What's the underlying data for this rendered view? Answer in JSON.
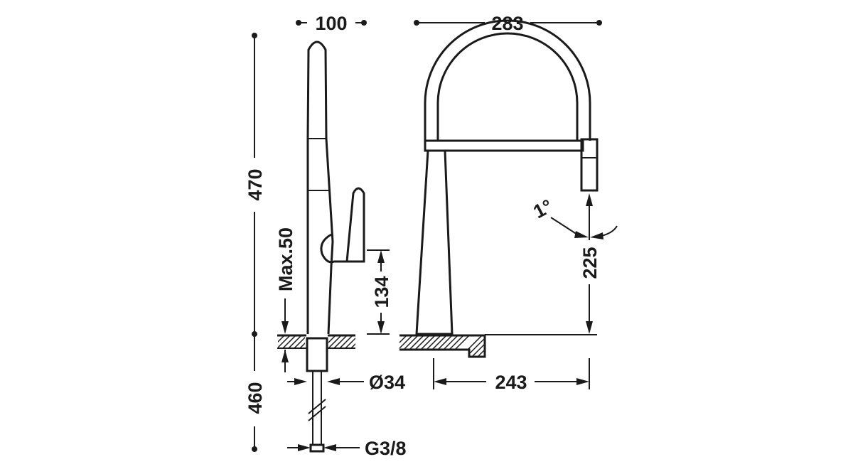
{
  "dimensions": {
    "side_width": "100",
    "front_width": "283",
    "total_height": "470",
    "max_deck": "Max.50",
    "handle_height": "134",
    "below_deck": "460",
    "hose_diameter": "Ø34",
    "connection": "G3/8",
    "spout_height": "225",
    "spout_reach": "243",
    "angle": "1°"
  },
  "colors": {
    "line": "#1a1a1a",
    "background": "#ffffff"
  }
}
